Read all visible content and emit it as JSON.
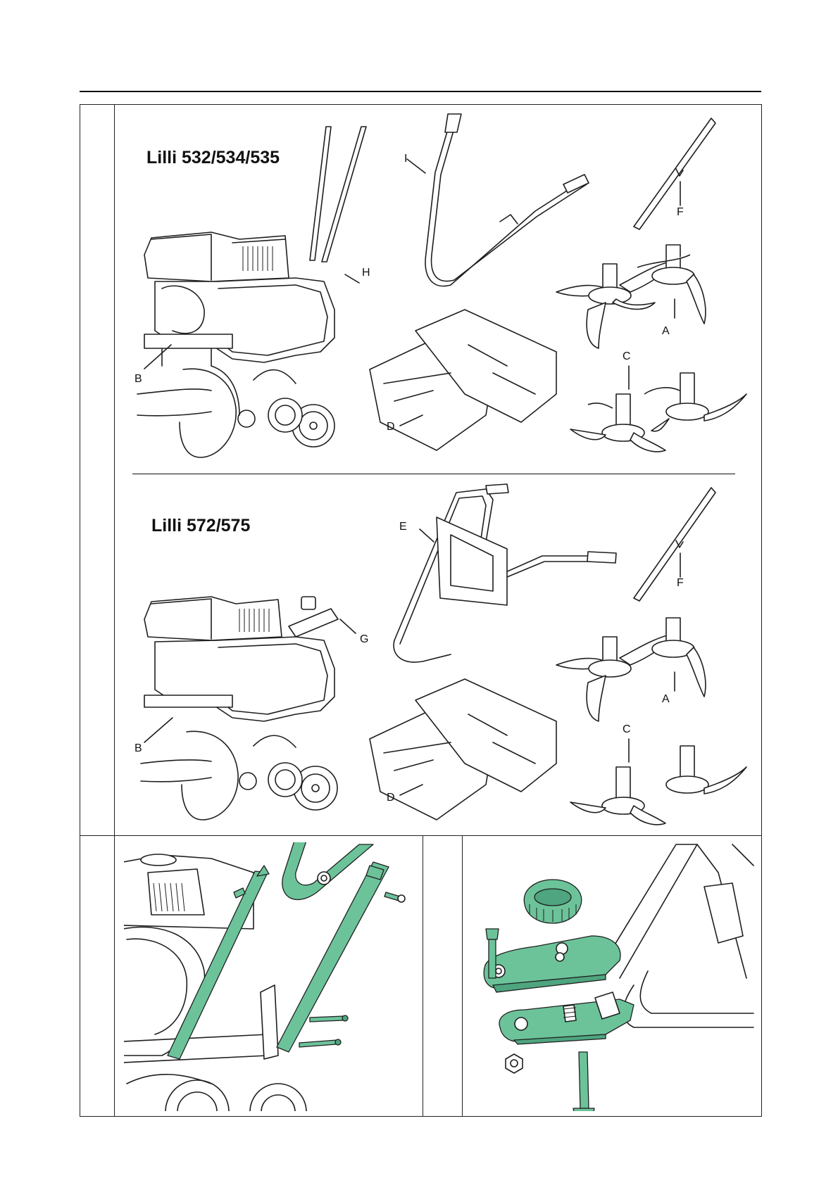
{
  "models": {
    "top_title": "Lilli 532/534/535",
    "bottom_title": "Lilli 572/575"
  },
  "labels": {
    "A": "A",
    "B": "B",
    "C": "C",
    "D": "D",
    "E": "E",
    "F": "F",
    "G": "G",
    "H": "H",
    "I": "I"
  },
  "colors": {
    "highlight_green": "#6cc39a",
    "line": "#1e1e1e"
  }
}
